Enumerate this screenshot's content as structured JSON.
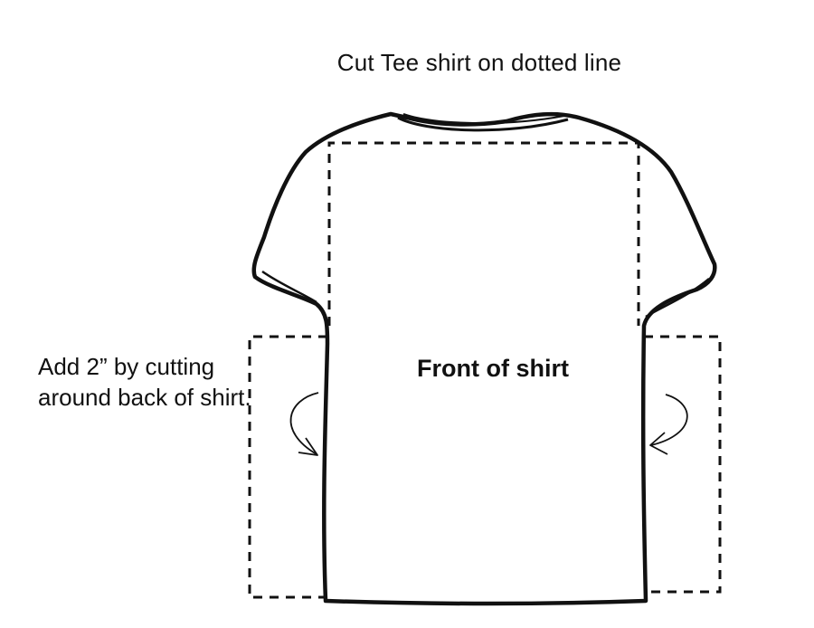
{
  "diagram": {
    "instruction_top": "Cut Tee shirt on dotted line",
    "instruction_side": "Add 2”  by cutting around back of shirt.",
    "shirt_label": "Front of shirt"
  },
  "colors": {
    "ink": "#111111",
    "background": "#ffffff"
  }
}
